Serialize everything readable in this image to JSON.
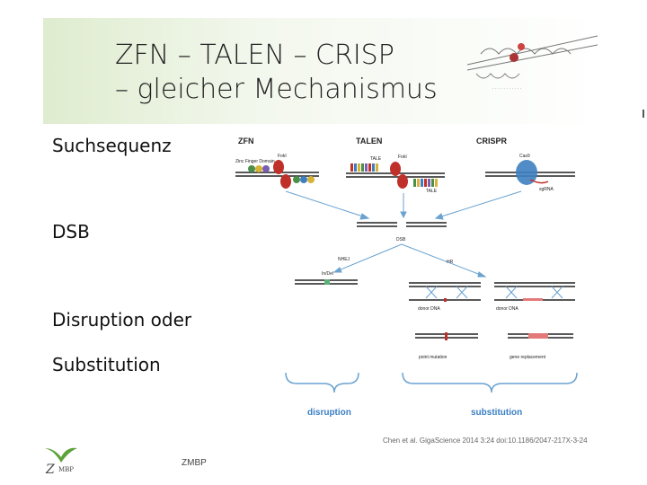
{
  "title": {
    "line1": "ZFN – TALEN – CRISP",
    "line2": "– gleicher Mechanismus"
  },
  "side_labels": {
    "search": "Suchsequenz",
    "dsb": "DSB",
    "disruption": "Disruption oder",
    "substitution": "Substitution"
  },
  "diagram": {
    "columns": {
      "zfn": "ZFN",
      "talen": "TALEN",
      "crispr": "CRISPR"
    },
    "labels": {
      "foki_zfn": "FokI",
      "zinc_finger": "Zinc Finger Domain",
      "tale_top": "TALE",
      "foki_talen": "FokI",
      "tale_bottom": "TALE",
      "cas9": "Cas9",
      "sgrna": "sgRNA",
      "dsb": "DSB",
      "nhej": "NHEJ",
      "hr": "HR",
      "indel": "In/Del",
      "donor1": "donor DNA",
      "donor2": "donor DNA",
      "point_mutation": "point mutation",
      "gene_replacement": "gene replacement",
      "disruption": "disruption",
      "substitution": "substitution"
    },
    "colors": {
      "arrow": "#6aa2d0",
      "outcome_text": "#3a7fc4",
      "red_domain": "#c0302a",
      "crispr_blue": "#3f7fc0"
    }
  },
  "caption": "Chen et al. GigaScience 2014 3:24 doi:10.1186/2047-217X-3-24",
  "logo": {
    "text": "ZMBP",
    "mark": "Z MBP"
  }
}
